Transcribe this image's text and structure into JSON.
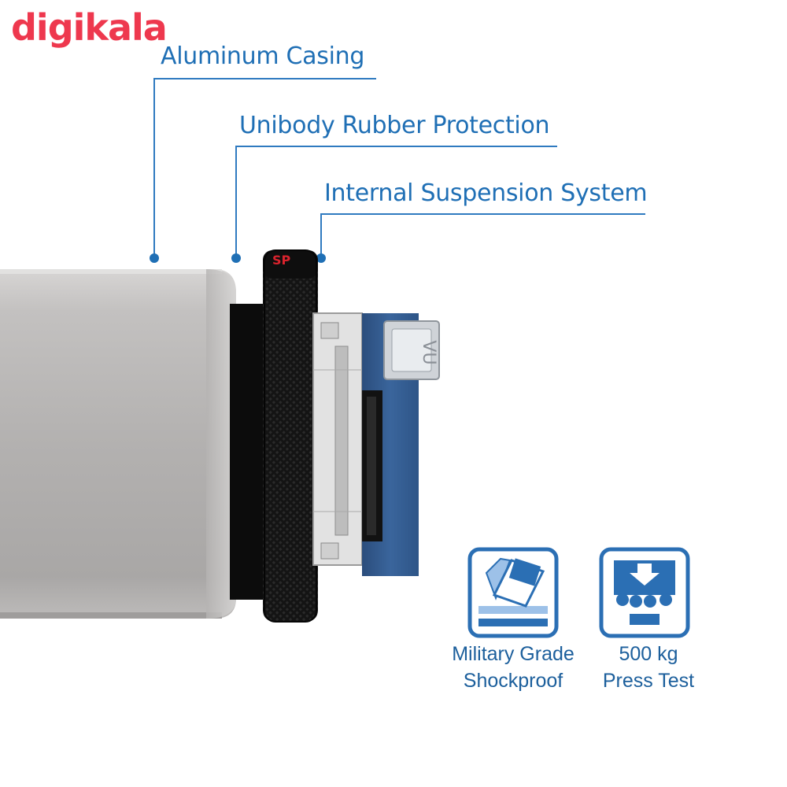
{
  "brand": {
    "logo_text": "digikala",
    "logo_color": "#ee384e"
  },
  "drive": {
    "band_logo": "SP",
    "accent_color": "#1f6fb5"
  },
  "callouts": [
    {
      "label": "Aluminum Casing"
    },
    {
      "label": "Unibody Rubber Protection"
    },
    {
      "label": "Internal Suspension System"
    }
  ],
  "badges": [
    {
      "icon": "shockproof-icon",
      "line1": "Military Grade",
      "line2": "Shockproof"
    },
    {
      "icon": "press-test-icon",
      "line1": "500 kg",
      "line2": "Press Test"
    }
  ]
}
